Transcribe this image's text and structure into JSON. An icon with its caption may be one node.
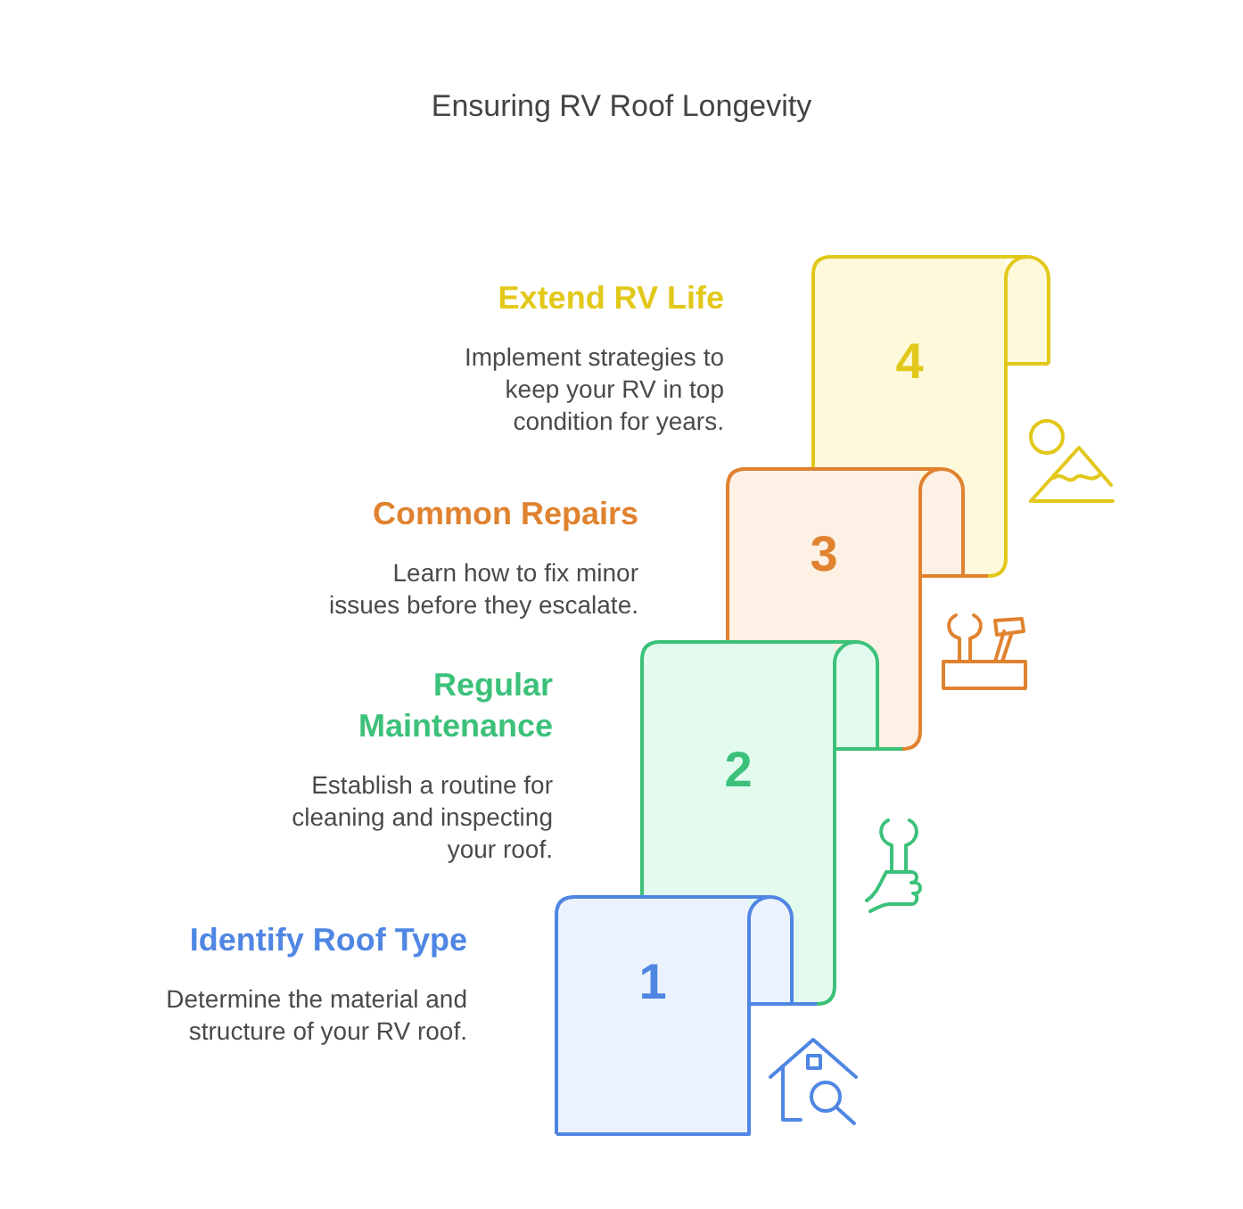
{
  "diagram": {
    "title": "Ensuring RV Roof Longevity",
    "nodes": [
      {
        "text": [
          "1"
        ],
        "beside": [
          "Identify Roof Type",
          "Determine the material and structure of your RV roof."
        ]
      },
      {
        "text": [
          "2"
        ],
        "beside": [
          "Regular Maintenance",
          "Establish a routine for cleaning and inspecting your roof."
        ]
      },
      {
        "text": [
          "3"
        ],
        "beside": [
          "Common Repairs",
          "Learn how to fix minor issues before they escalate."
        ]
      },
      {
        "text": [
          "4"
        ],
        "beside": [
          "Extend RV Life",
          "Implement strategies to keep your RV in top condition for years."
        ]
      }
    ]
  }
}
